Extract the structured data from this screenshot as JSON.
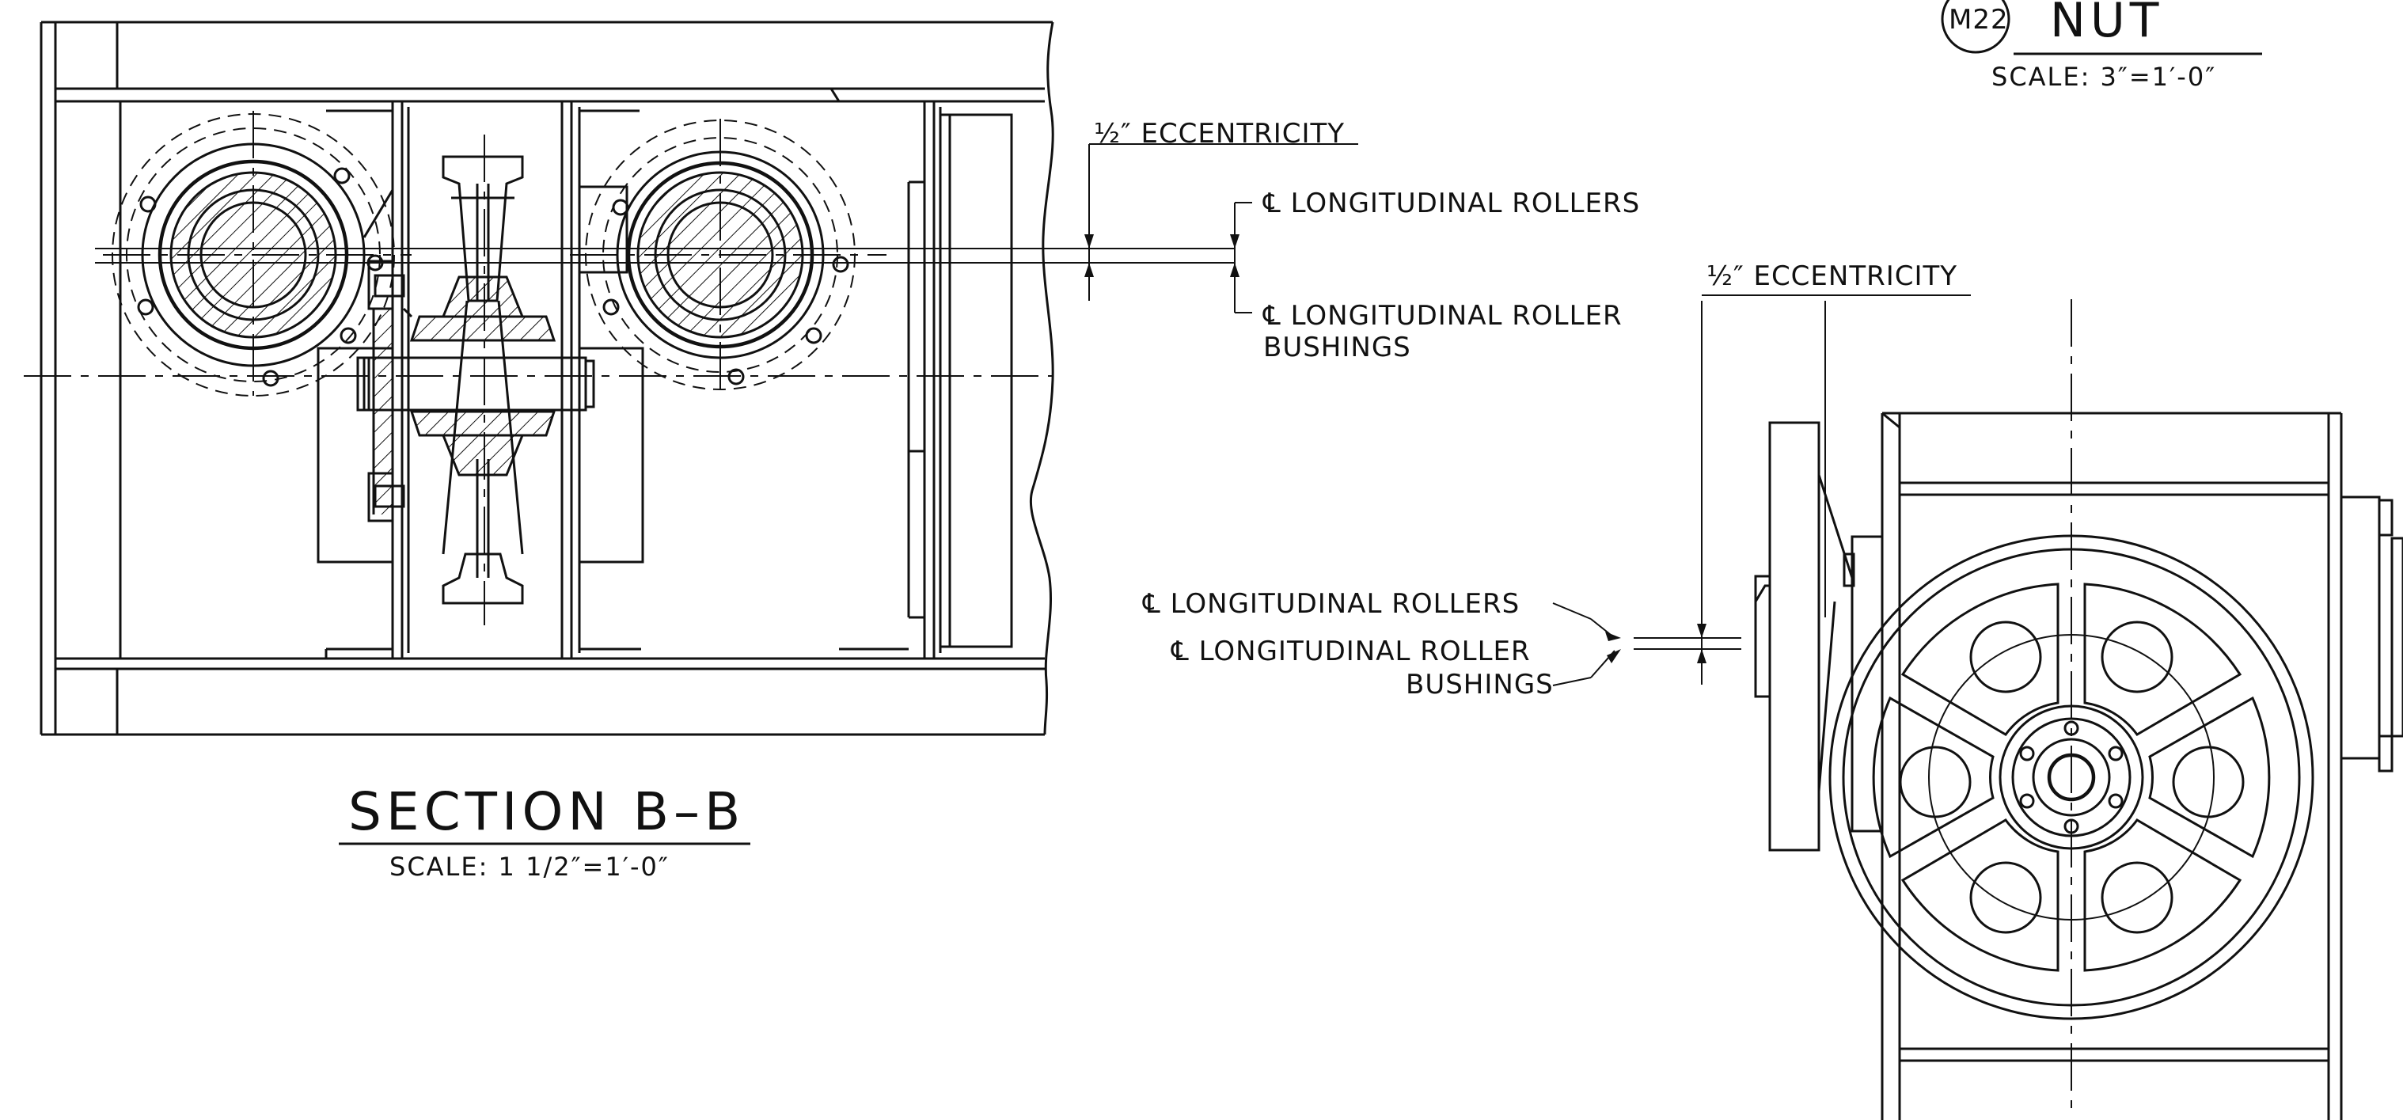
{
  "labels": {
    "detail_tag": "M22",
    "detail_title": "NUT",
    "detail_scale": "SCALE:  3″=1′-0″",
    "ecc_top": "½″ ECCENTRICITY",
    "ecc_right": "½″ ECCENTRICITY",
    "cl_rollers_top": "℄ LONGITUDINAL ROLLERS",
    "cl_bushings_top_1": "℄ LONGITUDINAL ROLLER",
    "cl_bushings_top_2": "BUSHINGS",
    "cl_rollers_mid": "℄ LONGITUDINAL ROLLERS",
    "cl_bushings_mid_1": "℄ LONGITUDINAL ROLLER",
    "cl_bushings_mid_2": "BUSHINGS",
    "section_title": "SECTION  B–B",
    "section_scale": "SCALE:  1 1/2″=1′-0″"
  },
  "colors": {
    "ink": "#111111",
    "paper": "#ffffff"
  },
  "icons": {
    "centerline_symbol": "centerline-icon",
    "detail_bubble": "circle-tag-icon"
  }
}
